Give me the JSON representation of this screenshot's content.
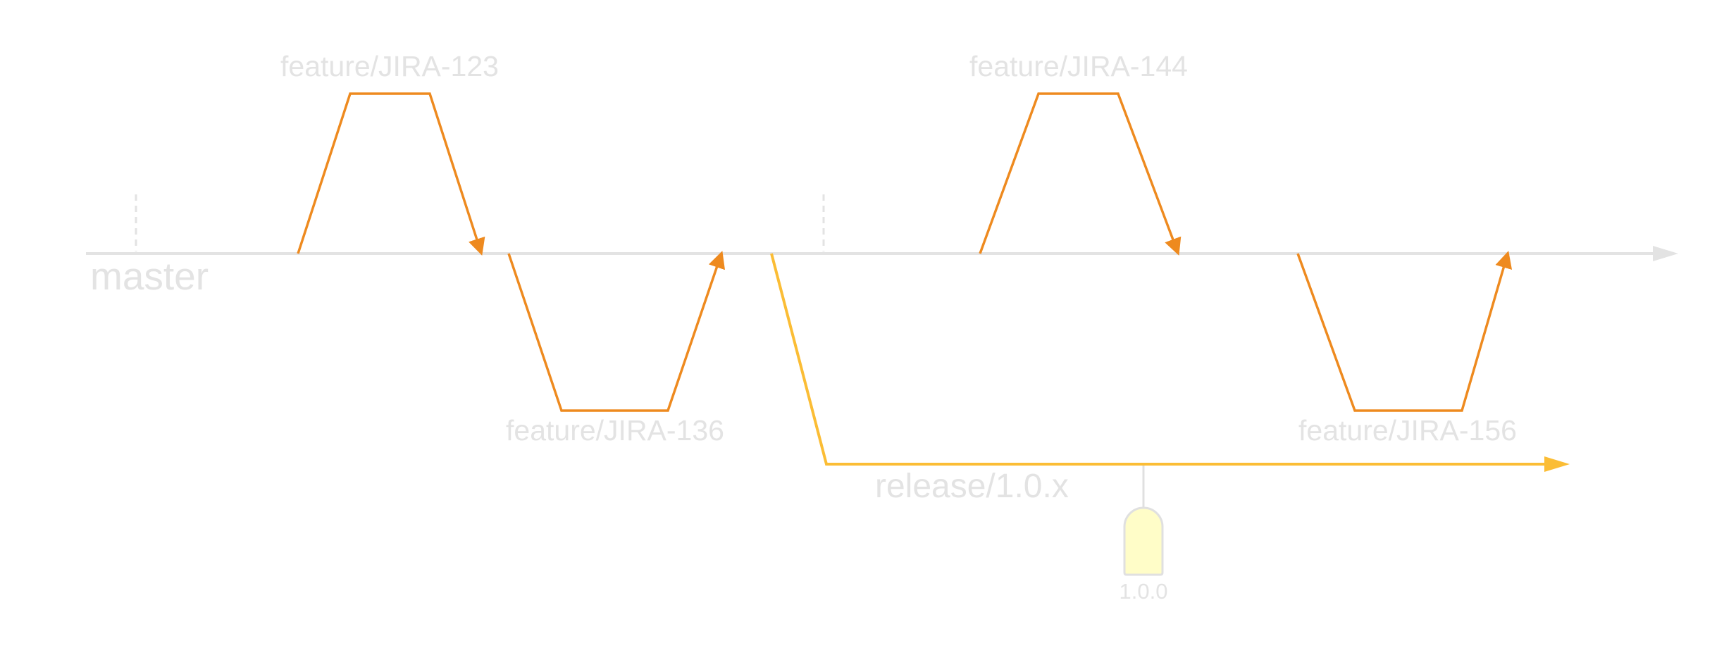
{
  "colors": {
    "master_line": "#e3e3e3",
    "label_text": "#e3e3e3",
    "feature_line": "#ee8a1f",
    "release_line": "#fbbd35",
    "tag_fill": "#fffdc8",
    "tag_stroke": "#e0e0e0"
  },
  "master": {
    "label": "master"
  },
  "features": [
    {
      "label": "feature/JIRA-123"
    },
    {
      "label": "feature/JIRA-136"
    },
    {
      "label": "feature/JIRA-144"
    },
    {
      "label": "feature/JIRA-156"
    }
  ],
  "release": {
    "label": "release/1.0.x"
  },
  "tag": {
    "label": "1.0.0"
  }
}
